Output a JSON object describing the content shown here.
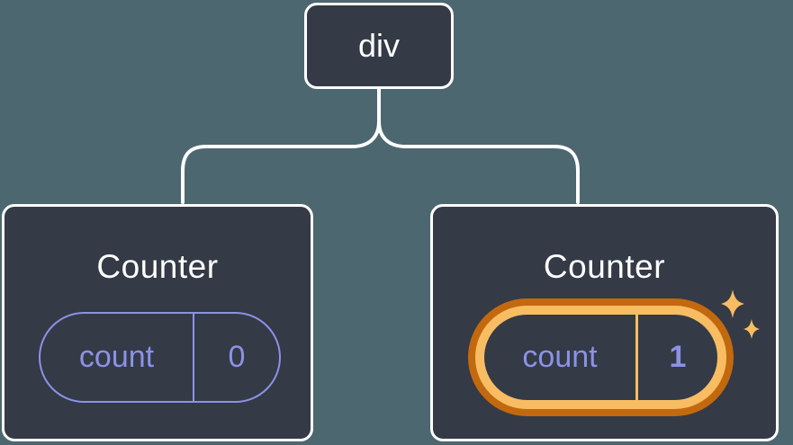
{
  "diagram": {
    "description": "React component tree diagram: a div root with two Counter children; the second Counter's state was updated",
    "root_node": {
      "label": "div"
    },
    "children": [
      {
        "title": "Counter",
        "state": {
          "key": "count",
          "value": "0",
          "highlighted": false
        }
      },
      {
        "title": "Counter",
        "state": {
          "key": "count",
          "value": "1",
          "highlighted": true
        }
      }
    ]
  },
  "colors": {
    "background": "#4D6770",
    "node_background": "#343A46",
    "node_border": "#FFFFFF",
    "connector_line": "#FFFFFF",
    "state_purple": "#8B92E6",
    "highlight_orange_dark": "#C2690F",
    "highlight_gold": "#F8BD62",
    "sparkle_gold": "#F8BD62"
  }
}
